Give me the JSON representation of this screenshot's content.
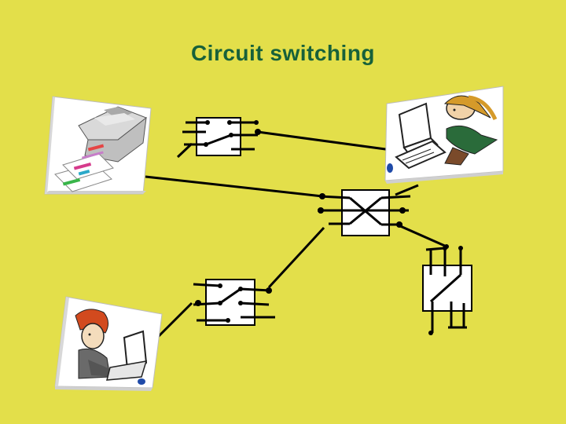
{
  "slide": {
    "title": "Circuit switching",
    "background_color": "#e3df4a",
    "title_color": "#17613a"
  },
  "diagram": {
    "nodes": [
      {
        "id": "printer",
        "icon": "printer-icon"
      },
      {
        "id": "person-computer",
        "icon": "person-at-computer-icon"
      },
      {
        "id": "person-laptop",
        "icon": "person-at-laptop-icon"
      },
      {
        "id": "switch-1",
        "icon": "circuit-switch-icon"
      },
      {
        "id": "switch-2",
        "icon": "crossbar-switch-icon"
      },
      {
        "id": "switch-3",
        "icon": "circuit-switch-icon"
      },
      {
        "id": "switch-4",
        "icon": "circuit-switch-icon"
      }
    ],
    "links": [
      {
        "from": "printer",
        "to": "switch-2"
      },
      {
        "from": "switch-1",
        "to": "person-computer"
      },
      {
        "from": "switch-2",
        "to": "person-computer"
      },
      {
        "from": "switch-2",
        "to": "switch-3"
      },
      {
        "from": "switch-3",
        "to": "person-laptop"
      },
      {
        "from": "switch-2",
        "to": "switch-4"
      }
    ]
  }
}
